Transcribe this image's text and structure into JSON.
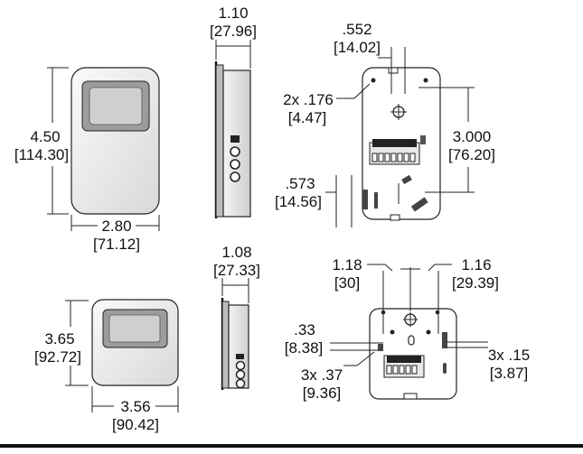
{
  "dimensions": {
    "top_front_height": [
      "4.50",
      "[114.30]"
    ],
    "top_front_width": [
      "2.80",
      "[71.12]"
    ],
    "top_side_depth": [
      "1.10",
      "[27.96]"
    ],
    "top_back_hole_offset": [
      ".552",
      "[14.02]"
    ],
    "top_back_holes": [
      "2x .176",
      "[4.47]"
    ],
    "top_back_spacing": [
      "3.000",
      "[76.20]"
    ],
    "top_back_lower": [
      ".573",
      "[14.56]"
    ],
    "bottom_front_height": [
      "3.65",
      "[92.72]"
    ],
    "bottom_front_width": [
      "3.56",
      "[90.42]"
    ],
    "bottom_side_depth": [
      "1.08",
      "[27.33]"
    ],
    "bottom_back_left_offset": [
      "1.18",
      "[30]"
    ],
    "bottom_back_right_offset": [
      "1.16",
      "[29.39]"
    ],
    "bottom_back_left_mid": [
      ".33",
      "[8.38]"
    ],
    "bottom_back_holes_left": [
      "3x .37",
      "[9.36]"
    ],
    "bottom_back_holes_right": [
      "3x .15",
      "[3.87]"
    ]
  }
}
